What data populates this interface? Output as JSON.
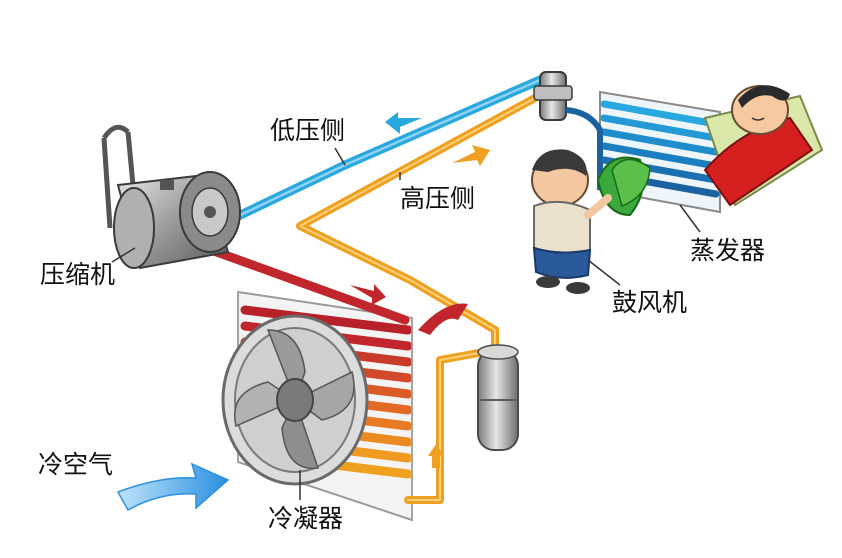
{
  "labels": {
    "low_pressure_side": "低压侧",
    "high_pressure_side": "高压侧",
    "compressor": "压缩机",
    "evaporator": "蒸发器",
    "blower": "鼓风机",
    "cold_air": "冷空气",
    "condenser": "冷凝器"
  },
  "colors": {
    "low_pressure_pipe": "#29a8e0",
    "high_pressure_pipe": "#f0a020",
    "hot_gas_pipe": "#c0262b",
    "cold_air_arrow": "#3aa0e8"
  }
}
